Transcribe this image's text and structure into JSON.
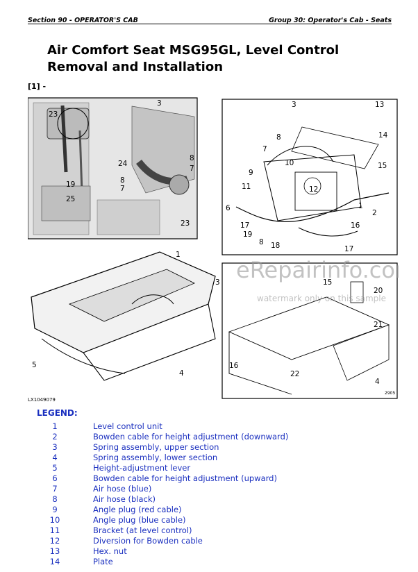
{
  "header": {
    "left": "Section 90 - OPERATOR'S CAB",
    "right": "Group 30: Operator's Cab - Seats"
  },
  "title": "Air Comfort Seat MSG95GL, Level Control Removal and Installation",
  "figure": {
    "ref": "[1] -",
    "code": "LX1049079",
    "small_code": "2905",
    "watermark": "eRepairinfo.com",
    "watermark_sub": "watermark only on this sample",
    "callouts_top_left": [
      "3",
      "23",
      "24",
      "8",
      "7",
      "19",
      "25",
      "8",
      "7",
      "23"
    ],
    "callouts_top_right": [
      "3",
      "13",
      "14",
      "15",
      "8",
      "7",
      "10",
      "9",
      "11",
      "12",
      "6",
      "17",
      "19",
      "8",
      "18",
      "16",
      "17",
      "1",
      "2"
    ],
    "callouts_bottom_left": [
      "1",
      "3",
      "5",
      "4"
    ],
    "callouts_bottom_right": [
      "15",
      "20",
      "21",
      "16",
      "22",
      "4"
    ]
  },
  "legend": {
    "title": "LEGEND:",
    "items": [
      {
        "num": "1",
        "text": "Level control unit"
      },
      {
        "num": "2",
        "text": "Bowden cable for height adjustment (downward)"
      },
      {
        "num": "3",
        "text": "Spring assembly, upper section"
      },
      {
        "num": "4",
        "text": "Spring assembly, lower section"
      },
      {
        "num": "5",
        "text": "Height-adjustment lever"
      },
      {
        "num": "6",
        "text": "Bowden cable for height adjustment (upward)"
      },
      {
        "num": "7",
        "text": "Air hose (blue)"
      },
      {
        "num": "8",
        "text": "Air hose (black)"
      },
      {
        "num": "9",
        "text": "Angle plug (red cable)"
      },
      {
        "num": "10",
        "text": "Angle plug (blue cable)"
      },
      {
        "num": "11",
        "text": "Bracket (at level control)"
      },
      {
        "num": "12",
        "text": "Diversion for Bowden cable"
      },
      {
        "num": "13",
        "text": "Hex. nut"
      },
      {
        "num": "14",
        "text": "Plate"
      }
    ]
  }
}
